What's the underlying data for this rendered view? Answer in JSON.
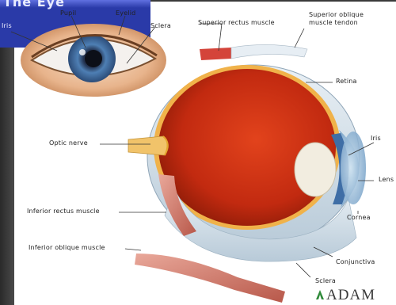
{
  "title": "The Eye",
  "brand": "ADAM",
  "labels": {
    "iris": "Iris",
    "pupil": "Pupil",
    "eyelid": "Eyelid",
    "sclera": "Sclera",
    "superior_rectus": "Superior rectus muscle",
    "superior_oblique": "Superior oblique muscle tendon",
    "retina": "Retina",
    "optic_nerve": "Optic nerve",
    "lens": "Lens",
    "iris_right": "Iris",
    "inferior_rectus": "Inferior rectus muscle",
    "inferior_oblique": "Inferior oblique muscle",
    "cornea": "Cornea",
    "conjunctiva": "Conjunctiva",
    "sclera_bottom": "Sclera"
  },
  "colors": {
    "panel_bg": "#ffffff",
    "title_bar": "#2a3aa8",
    "retina_red": "#c92a10",
    "muscle": "#d9887a",
    "iris_blue": "#5a8fc6",
    "cornea": "#8fb8d8"
  }
}
